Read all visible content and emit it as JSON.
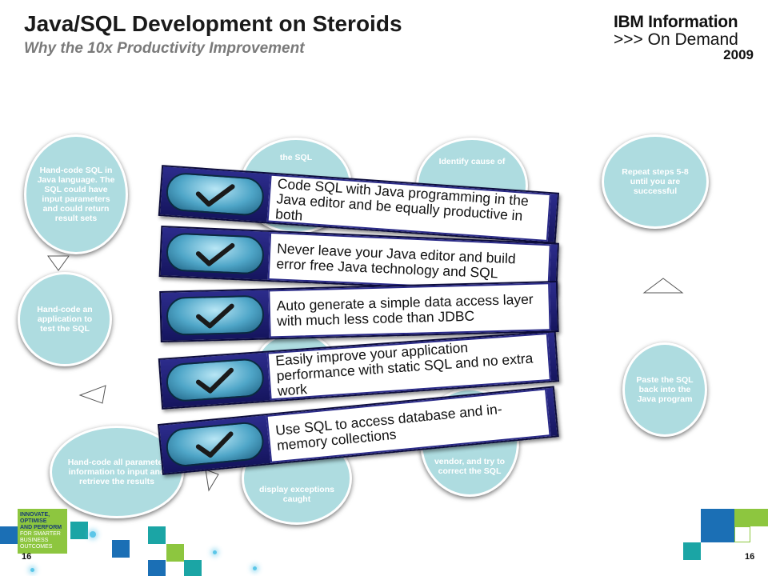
{
  "header": {
    "title": "Java/SQL Development on Steroids",
    "subtitle": "Why the 10x Productivity Improvement"
  },
  "logo": {
    "line1": "IBM Information",
    "line2": ">>> On Demand",
    "line3": "2009"
  },
  "cycle_steps": [
    "Hand-code SQL in Java language. The SQL could have input parameters and could return result sets",
    "Hand-code an application to test the SQL",
    "Hand-code all parameter information to input and retrieve the results",
    "display exceptions caught",
    "vendor, and try to correct the SQL",
    "Repeat steps 5-8 until you are successful",
    "Paste the SQL back into the Java program",
    "the SQL",
    "Identify cause of"
  ],
  "benefits": [
    "Code SQL with Java programming in the Java editor and be equally productive in both",
    "Never leave your Java editor and build error free Java technology and SQL",
    "Auto generate a simple data access layer with much less code than JDBC",
    "Easily improve your application performance with static SQL and no extra work",
    "Use SQL to access database and in-memory collections"
  ],
  "footer": {
    "promo_line1": "INNOVATE,",
    "promo_line2": "OPTIMISE",
    "promo_line3": "AND PERFORM",
    "promo_line4": "FOR SMARTER",
    "promo_line5": "BUSINESS",
    "promo_line6": "OUTCOMES",
    "page_left": "16",
    "page_right": "16"
  },
  "colors": {
    "circle_fill": "#aedce0",
    "banner_blue": "#1f1f78",
    "accent_green": "#8dc63f",
    "accent_blue": "#1b6fb5",
    "accent_teal": "#1ba5a5"
  }
}
